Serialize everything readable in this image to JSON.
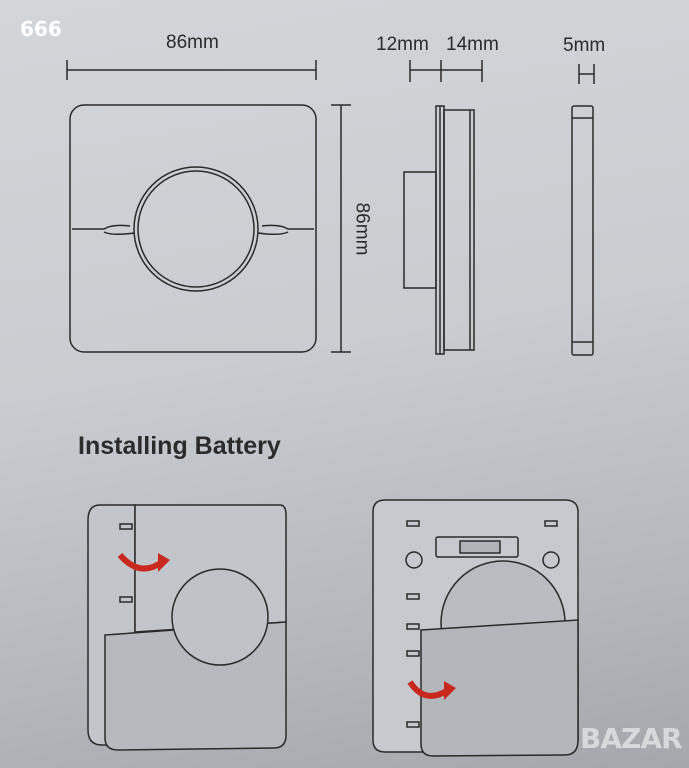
{
  "counter": "666",
  "dimensions": {
    "width": "86mm",
    "height": "86mm",
    "depth_back": "12mm",
    "depth_front": "14mm",
    "thickness": "5mm"
  },
  "section_title": "Installing Battery",
  "watermark": "BAZAR",
  "colors": {
    "arrow": "#c8281e",
    "line": "#2a2a2a"
  }
}
